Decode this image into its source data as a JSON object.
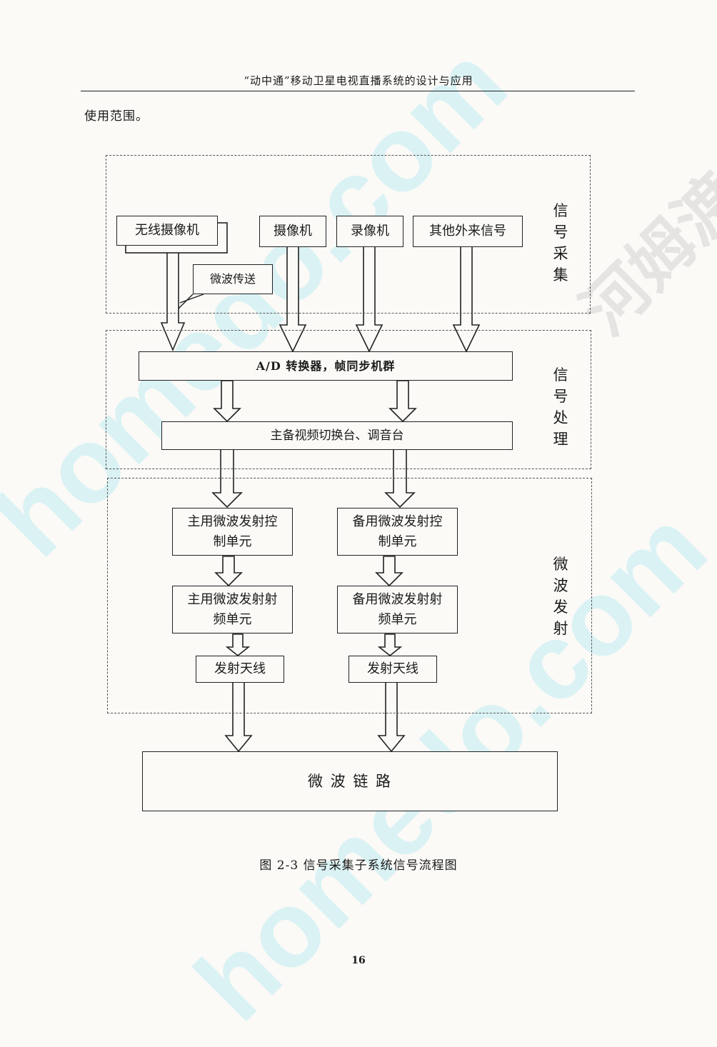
{
  "header": {
    "title": "“动中通”移动卫星电视直播系统的设计与应用"
  },
  "intro_text": "使用范围。",
  "sections": {
    "acquisition": "信号采集",
    "processing": "信号处理",
    "transmission": "微波发射"
  },
  "nodes": {
    "wireless_camera": "无线摄像机",
    "microwave_relay": "微波传送",
    "camera": "摄像机",
    "vcr": "录像机",
    "external": "其他外来信号",
    "ad_converter": "A/D 转换器，帧同步机群",
    "switcher": "主备视频切换台、调音台",
    "main_ctrl": "主用微波发射控制单元",
    "backup_ctrl": "备用微波发射控制单元",
    "main_rf": "主用微波发射射频单元",
    "backup_rf": "备用微波发射射频单元",
    "main_antenna": "发射天线",
    "backup_antenna": "发射天线",
    "microwave_link": "微 波 链 路"
  },
  "caption": "图 2-3 信号采集子系统信号流程图",
  "page_number": "16",
  "watermarks": {
    "main": "homedo.com",
    "side": "河姆渡"
  }
}
